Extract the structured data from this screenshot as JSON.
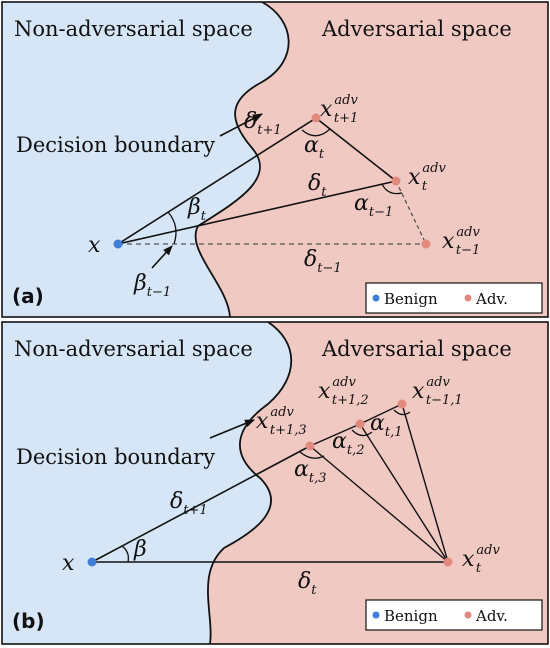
{
  "colors": {
    "non_adversarial": "#d6e6f7",
    "adversarial": "#f1c9c3",
    "benign_point": "#3f7fd8",
    "adv_point": "#e08a7f",
    "line": "#111111"
  },
  "panel_a": {
    "tag": "(a)",
    "region_left": "Non-adversarial space",
    "region_right": "Adversarial space",
    "boundary_label": "Decision boundary",
    "x": "x",
    "x_adv_t_plus_1": {
      "base": "x",
      "sup": "adv",
      "sub": "t+1"
    },
    "x_adv_t": {
      "base": "x",
      "sup": "adv",
      "sub": "t"
    },
    "x_adv_t_minus_1": {
      "base": "x",
      "sup": "adv",
      "sub": "t−1"
    },
    "delta_t_plus_1": {
      "base": "δ",
      "sub": "t+1"
    },
    "delta_t": {
      "base": "δ",
      "sub": "t"
    },
    "delta_t_minus_1": {
      "base": "δ",
      "sub": "t−1"
    },
    "alpha_t": {
      "base": "α",
      "sub": "t"
    },
    "alpha_t_minus_1": {
      "base": "α",
      "sub": "t−1"
    },
    "beta_t": {
      "base": "β",
      "sub": "t"
    },
    "beta_t_minus_1": {
      "base": "β",
      "sub": "t−1"
    },
    "legend": {
      "benign": "Benign",
      "adv": "Adv."
    }
  },
  "panel_b": {
    "tag": "(b)",
    "region_left": "Non-adversarial space",
    "region_right": "Adversarial space",
    "boundary_label": "Decision boundary",
    "x": "x",
    "x_adv_t13": {
      "base": "x",
      "sup": "adv",
      "sub": "t+1,3"
    },
    "x_adv_t12": {
      "base": "x",
      "sup": "adv",
      "sub": "t+1,2"
    },
    "x_adv_t11": {
      "base": "x",
      "sup": "adv",
      "sub": "t−1,1"
    },
    "x_adv_t": {
      "base": "x",
      "sup": "adv",
      "sub": "t"
    },
    "alpha_t3": {
      "base": "α",
      "sub": "t,3"
    },
    "alpha_t2": {
      "base": "α",
      "sub": "t,2"
    },
    "alpha_t1": {
      "base": "α",
      "sub": "t,1"
    },
    "delta_t_plus_1": {
      "base": "δ",
      "sub": "t+1"
    },
    "delta_t": {
      "base": "δ",
      "sub": "t"
    },
    "beta": "β",
    "legend": {
      "benign": "Benign",
      "adv": "Adv."
    }
  }
}
